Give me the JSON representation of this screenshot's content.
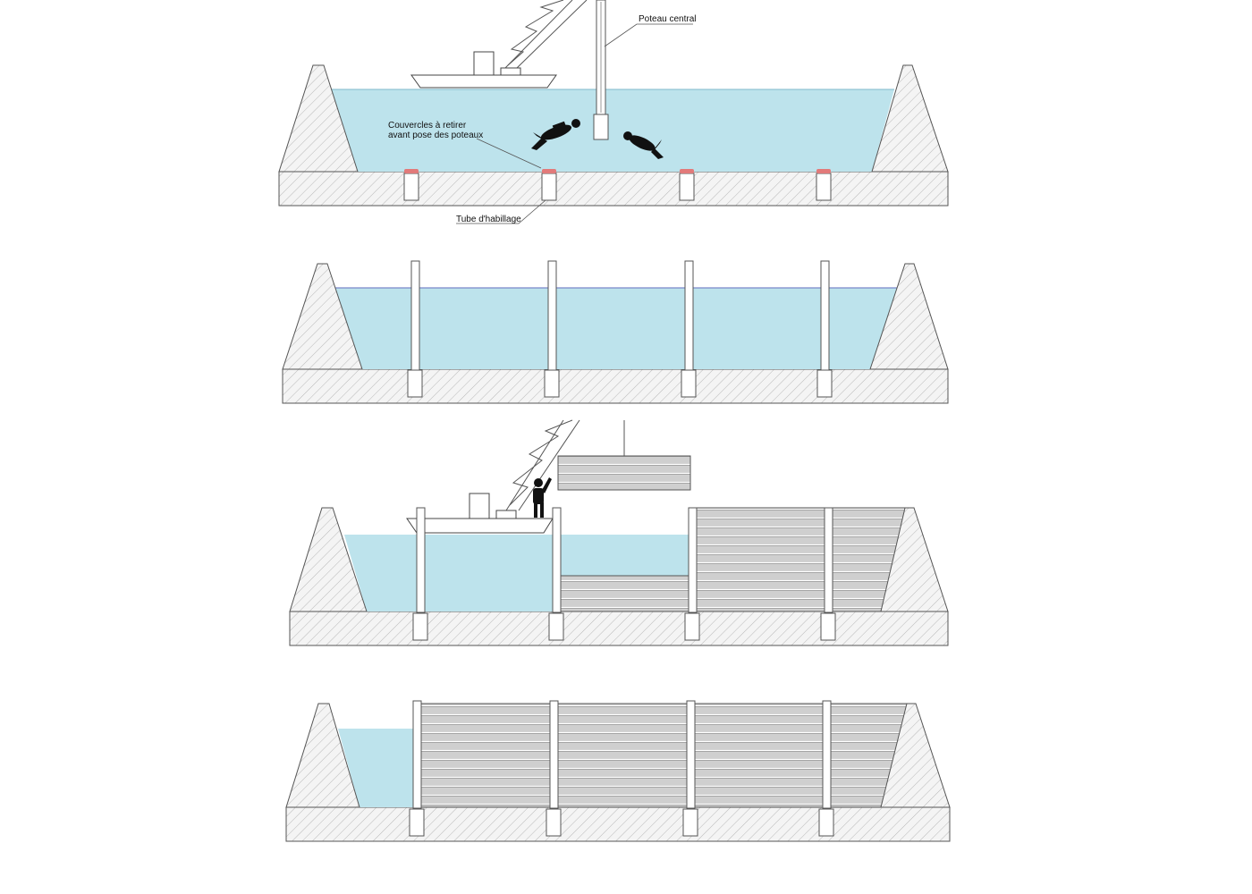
{
  "labels": {
    "poteau_central": "Poteau central",
    "couvercles_line1": "Couvercles à retirer",
    "couvercles_line2": "avant pose des poteaux",
    "tube_habillage": "Tube d'habillage"
  },
  "colors": {
    "water": "#bde3ec",
    "water_line": "#7fb9cc",
    "wall_stroke": "#555555",
    "hatch": "#b4b4b4",
    "ground": "#efefef",
    "panel_fill": "#cfcfcf",
    "panel_line": "#ffffff",
    "cover": "#e27a7a",
    "figure": "#111111"
  }
}
